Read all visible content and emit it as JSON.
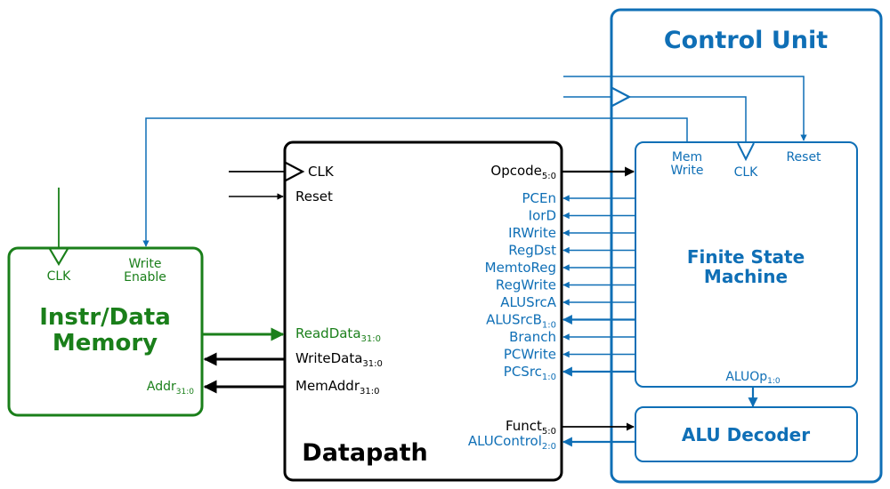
{
  "control_unit": {
    "title": "Control Unit",
    "fsm": {
      "title_line1": "Finite State",
      "title_line2": "Machine",
      "in_mem_write_1": "Mem",
      "in_mem_write_2": "Write",
      "in_clk": "CLK",
      "in_reset": "Reset",
      "aluop": "ALUOp",
      "aluop_sub": "1:0"
    },
    "alu_decoder": {
      "title": "ALU Decoder"
    }
  },
  "memory": {
    "title_line1": "Instr/Data",
    "title_line2": "Memory",
    "clk": "CLK",
    "write_enable_1": "Write",
    "write_enable_2": "Enable",
    "addr": "Addr",
    "addr_sub": "31:0"
  },
  "datapath": {
    "title": "Datapath",
    "clk": "CLK",
    "reset": "Reset",
    "opcode": "Opcode",
    "opcode_sub": "5:0",
    "read_data": "ReadData",
    "read_data_sub": "31:0",
    "write_data": "WriteData",
    "write_data_sub": "31:0",
    "mem_addr": "MemAddr",
    "mem_addr_sub": "31:0",
    "funct": "Funct",
    "funct_sub": "5:0",
    "alu_control": "ALUControl",
    "alu_control_sub": "2:0"
  },
  "control_signals": [
    {
      "name": "PCEn",
      "sub": ""
    },
    {
      "name": "IorD",
      "sub": ""
    },
    {
      "name": "IRWrite",
      "sub": ""
    },
    {
      "name": "RegDst",
      "sub": ""
    },
    {
      "name": "MemtoReg",
      "sub": ""
    },
    {
      "name": "RegWrite",
      "sub": ""
    },
    {
      "name": "ALUSrcA",
      "sub": ""
    },
    {
      "name": "ALUSrcB",
      "sub": "1:0"
    },
    {
      "name": "Branch",
      "sub": ""
    },
    {
      "name": "PCWrite",
      "sub": ""
    },
    {
      "name": "PCSrc",
      "sub": "1:0"
    }
  ],
  "colors": {
    "control": "#0f6fb6",
    "memory": "#1a7f1a",
    "datapath": "#000000"
  }
}
